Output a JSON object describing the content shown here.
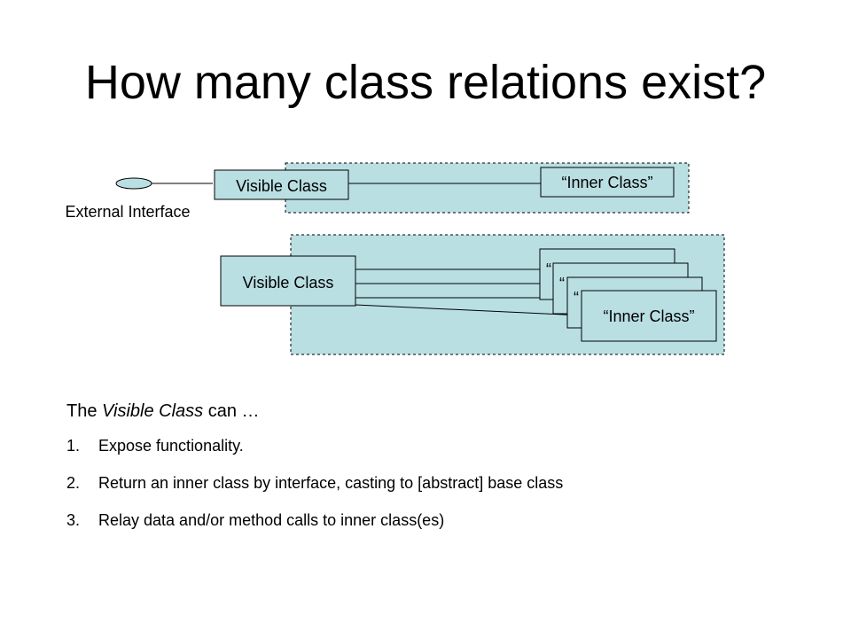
{
  "title": "How many class relations exist?",
  "diagram": {
    "colors": {
      "box_fill": "#b9dfe3",
      "stroke": "#000000"
    },
    "top": {
      "interface_label": "External Interface",
      "visible_class": "Visible Class",
      "inner_class": "“Inner Class”"
    },
    "bottom": {
      "visible_class": "Visible Class",
      "inner_class": "“Inner Class”",
      "stacked_quote_mark": "“"
    }
  },
  "notes": {
    "intro_prefix": "The ",
    "intro_emphasis": "Visible Class",
    "intro_suffix": " can …",
    "items": [
      {
        "number": "1.",
        "text": "Expose functionality."
      },
      {
        "number": "2.",
        "text": "Return an inner class by interface, casting to [abstract] base class"
      },
      {
        "number": "3.",
        "text": "Relay data and/or method calls to inner class(es)"
      }
    ]
  }
}
